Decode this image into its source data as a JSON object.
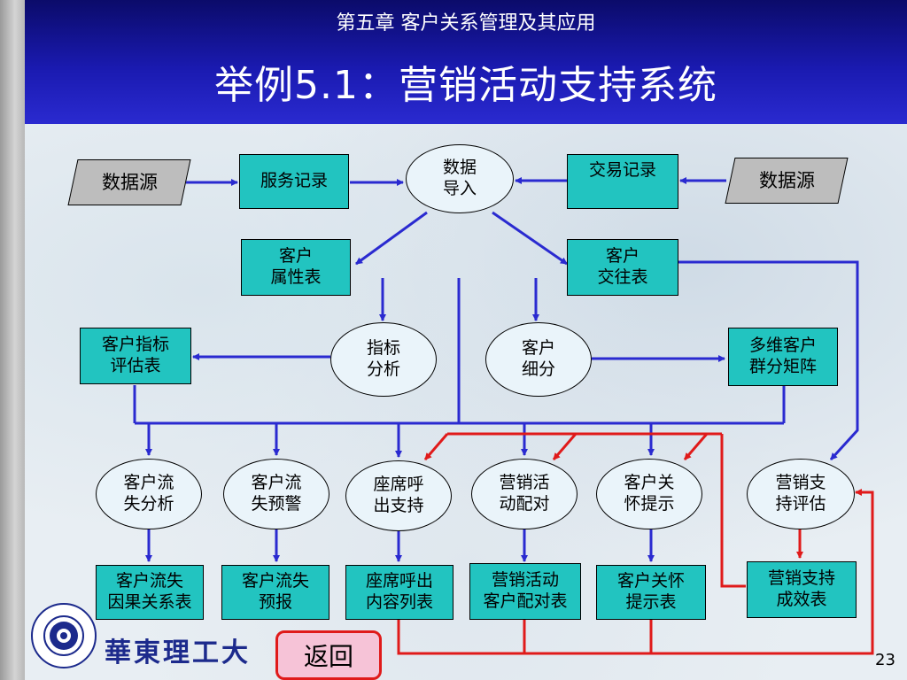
{
  "header": {
    "chapter": "第五章  客户关系管理及其应用",
    "title": "举例5.1：营销活动支持系统"
  },
  "colors": {
    "header_blue": "#1a1ab0",
    "box_teal": "#22c4c0",
    "ellipse_fill": "#eaf4fa",
    "source_gray": "#bdbdbd",
    "arrow_blue": "#2a2ad0",
    "arrow_red": "#e01a1a"
  },
  "diagram": {
    "sources": {
      "left": "数据源",
      "right": "数据源"
    },
    "top": {
      "service_record": "服务记录",
      "data_import": "数据\n导入",
      "transaction_record": "交易记录"
    },
    "tables": {
      "customer_attr": "客户\n属性表",
      "customer_interact": "客户\n交往表"
    },
    "middle": {
      "index_eval": "客户指标\n评估表",
      "index_analysis": "指标\n分析",
      "customer_segment": "客户\n细分",
      "multi_cluster": "多维客户\n群分矩阵"
    },
    "processes": {
      "churn_analysis": "客户流\n失分析",
      "churn_warning": "客户流\n失预警",
      "call_support": "座席呼\n出支持",
      "campaign_match": "营销活\n动配对",
      "care_reminder": "客户关\n怀提示",
      "support_eval": "营销支\n持评估"
    },
    "outputs": {
      "churn_cause": "客户流失\n因果关系表",
      "churn_forecast": "客户流失\n预报",
      "call_list": "座席呼出\n内容列表",
      "campaign_table": "营销活动\n客户配对表",
      "care_table": "客户关怀\n提示表",
      "effect_table": "营销支持\n成效表"
    }
  },
  "footer": {
    "logo_text": "華東理工大",
    "back_button": "返回",
    "page_number": "23"
  }
}
